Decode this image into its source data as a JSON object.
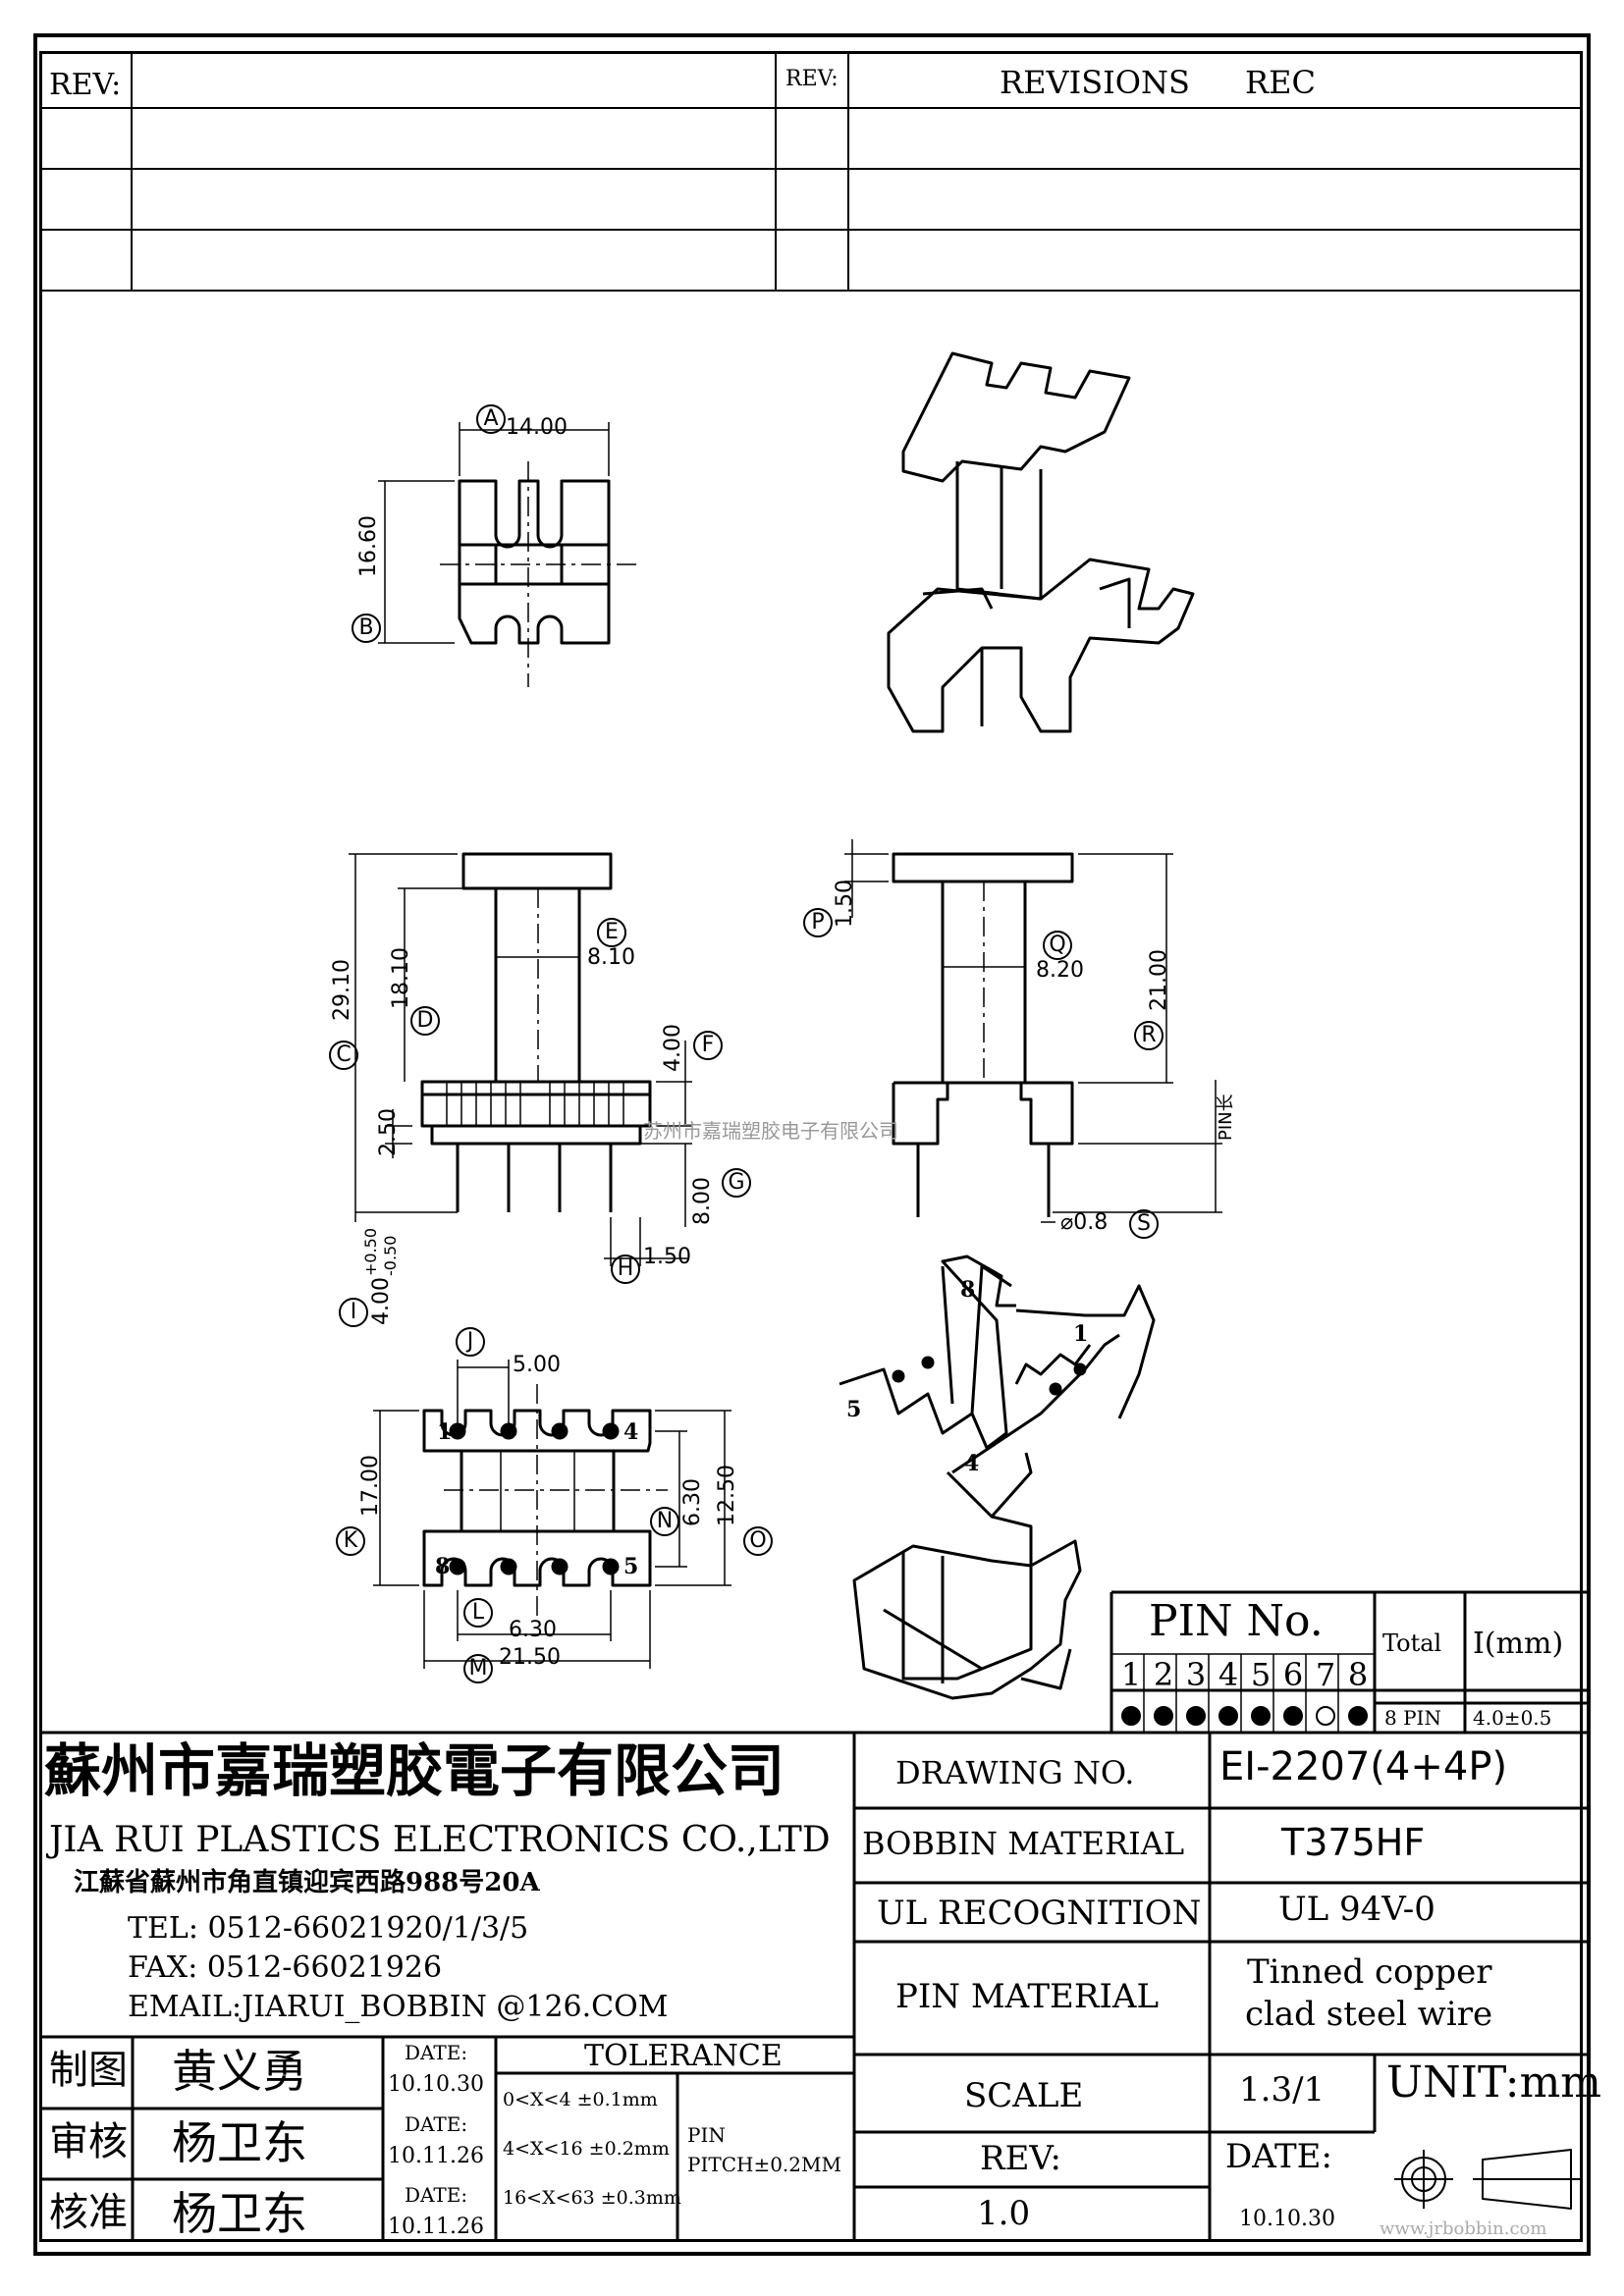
{
  "revision_table": {
    "rev_label_left": "REV:",
    "rev_label_right": "REV:",
    "revisions_header": "REVISIONS",
    "rec_header": "REC"
  },
  "views": {
    "top_view": {
      "A": "A",
      "A_dim": "14.00",
      "B": "B",
      "B_dim": "16.60"
    },
    "front_view": {
      "C": "C",
      "C_dim": "29.10",
      "D": "D",
      "D_dim": "18.10",
      "E": "E",
      "E_dim": "8.10",
      "F": "F",
      "F_dim": "4.00",
      "G": "G",
      "G_dim": "8.00",
      "H": "H",
      "H_dim": "1.50",
      "I": "I",
      "I_dim": "4.00",
      "I_tol_plus": "+0.50",
      "I_tol_minus": "-0.50",
      "flange_dim": "2.50"
    },
    "side_view": {
      "P": "P",
      "P_dim": "1.50",
      "Q": "Q",
      "Q_dim": "8.20",
      "R": "R",
      "R_dim": "21.00",
      "S": "S",
      "S_dim": "⌀0.8",
      "pin_length_label": "PIN长"
    },
    "bottom_view": {
      "J": "J",
      "J_dim": "5.00",
      "K": "K",
      "K_dim": "17.00",
      "L": "L",
      "L_dim": "6.30",
      "M": "M",
      "M_dim": "21.50",
      "N": "N",
      "N_dim": "6.30",
      "O": "O",
      "O_dim": "12.50",
      "pin_1": "1",
      "pin_4": "4",
      "pin_5": "5",
      "pin_8": "8"
    },
    "iso_bottom": {
      "pin_1": "1",
      "pin_4": "4",
      "pin_5": "5",
      "pin_8": "8"
    },
    "watermark_text": "苏州市嘉瑞塑胶电子有限公司"
  },
  "pin_table": {
    "title": "PIN No.",
    "pins": [
      "1",
      "2",
      "3",
      "4",
      "5",
      "6",
      "7",
      "8"
    ],
    "filled": [
      true,
      true,
      true,
      true,
      true,
      true,
      false,
      true
    ],
    "total_header": "Total",
    "length_header": "I(mm)",
    "total_value": "8 PIN",
    "length_value": "4.0±0.5"
  },
  "company": {
    "name_cn": "蘇州市嘉瑞塑胶電子有限公司",
    "name_en": "JIA RUI PLASTICS ELECTRONICS CO.,LTD",
    "address": "江蘇省蘇州市角直镇迎宾西路988号20A",
    "tel": "TEL: 0512-66021920/1/3/5",
    "fax": "FAX: 0512-66021926",
    "email": "EMAIL:JIARUI_BOBBIN @126.COM"
  },
  "specs": {
    "drawing_no_label": "DRAWING  NO.",
    "drawing_no": "EI-2207(4+4P)",
    "bobbin_material_label": "BOBBIN  MATERIAL",
    "bobbin_material": "T375HF",
    "ul_label": "UL RECOGNITION",
    "ul_value": "UL 94V-0",
    "pin_material_label": "PIN MATERIAL",
    "pin_material_line1": "Tinned copper",
    "pin_material_line2": "clad steel wire",
    "scale_label": "SCALE",
    "scale": "1.3/1",
    "unit": "UNIT:mm",
    "rev_label": "REV:",
    "rev": "1.0",
    "date_label": "DATE:",
    "date": "10.10.30"
  },
  "approvals": [
    {
      "role": "制图",
      "name": "黄义勇",
      "date_label": "DATE:",
      "date": "10.10.30"
    },
    {
      "role": "审核",
      "name": "杨卫东",
      "date_label": "DATE:",
      "date": "10.11.26"
    },
    {
      "role": "核准",
      "name": "杨卫东",
      "date_label": "DATE:",
      "date": "10.11.26"
    }
  ],
  "tolerance": {
    "title": "TOLERANCE",
    "rows": [
      "0<X<4  ±0.1mm",
      "4<X<16 ±0.2mm",
      "16<X<63 ±0.3mm"
    ],
    "pin_label": "PIN",
    "pitch": "PITCH±0.2MM"
  },
  "footer_url": "www.jrbobbin.com"
}
